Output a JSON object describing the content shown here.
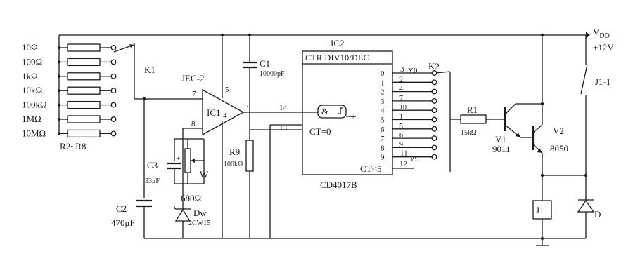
{
  "power": {
    "vdd": "V",
    "vdd_sub": "DD",
    "supply": "+12V"
  },
  "resistor_bank": {
    "values": [
      "10Ω",
      "100Ω",
      "1kΩ",
      "10kΩ",
      "100kΩ",
      "1MΩ",
      "10MΩ"
    ],
    "range_label": "R2~R8"
  },
  "switch_k1": "K1",
  "opamp": {
    "type_label": "JEC-2",
    "ref": "IC1",
    "pins": [
      "7",
      "5",
      "3",
      "4",
      "8"
    ]
  },
  "c1": {
    "ref": "C1",
    "value": "10000pF"
  },
  "c2": {
    "ref": "C2",
    "value": "470μF",
    "polarity": "+"
  },
  "c3": {
    "ref": "C3",
    "value": "33μF",
    "polarity": "+"
  },
  "pot": "W",
  "r_series": "680Ω",
  "zener": {
    "ref": "Dw",
    "part": "2CW15"
  },
  "r9": {
    "ref": "R9",
    "value": "100kΩ"
  },
  "counter": {
    "ref": "IC2",
    "header": "CTR DIV10/DEC",
    "gate_symbol": "&",
    "ct0": "CT=0",
    "ct5": "CT<5",
    "part": "CD4017B",
    "in_pins": [
      "14",
      "13"
    ],
    "out_nums": [
      "0",
      "1",
      "2",
      "3",
      "4",
      "5",
      "6",
      "7",
      "8",
      "9"
    ],
    "out_pins": [
      "3",
      "2",
      "4",
      "7",
      "10",
      "1",
      "5",
      "6",
      "9",
      "11"
    ],
    "y0_label": "Y0",
    "y9_label": "Y9",
    "pin12": "12"
  },
  "switch_k2": "K2",
  "r1": {
    "ref": "R1",
    "value": "15kΩ"
  },
  "v1": {
    "ref": "V1",
    "part": "9011"
  },
  "v2": {
    "ref": "V2",
    "part": "8050"
  },
  "relay": {
    "coil": "J1",
    "contact": "J1-1"
  },
  "diode_d": "D"
}
